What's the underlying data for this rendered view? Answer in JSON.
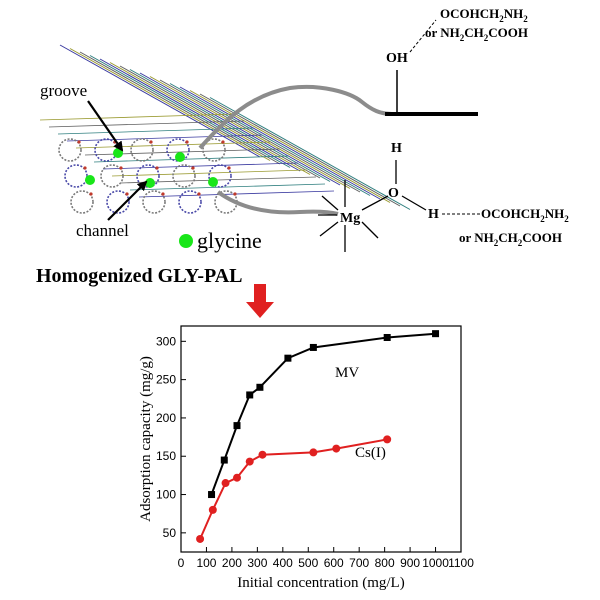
{
  "diagram": {
    "labels": {
      "groove": "groove",
      "channel": "channel",
      "glycine": "glycine",
      "oh": "OH",
      "h_top": "H",
      "o": "O",
      "mg": "Mg",
      "h_right": "H",
      "group_top_line1": "OCOHCH",
      "group_top_line1_sub": "2",
      "group_top_line1_tail": "NH",
      "group_top_line1_tail_sub": "2",
      "group_top_line2": "or NH",
      "group_top_line2_sub": "2",
      "group_top_line2_tail": "CH",
      "group_top_line2_tail_sub": "2",
      "group_top_line2_end": "COOH",
      "group_bottom_line1": "OCOHCH",
      "group_bottom_line1_sub": "2",
      "group_bottom_line1_tail": "NH",
      "group_bottom_line1_tail_sub": "2",
      "group_bottom_line2": "or NH",
      "group_bottom_line2_sub": "2",
      "group_bottom_line2_tail": "CH",
      "group_bottom_line2_tail_sub": "2",
      "group_bottom_line2_end": "COOH"
    },
    "caption": "Homogenized GLY-PAL",
    "colors": {
      "glycine": "#19e619",
      "arrow": "#e02020",
      "bond": "#000000",
      "tube": "#8c8c8c"
    }
  },
  "chart_data": {
    "type": "line",
    "xlabel": "Initial concentration (mg/L)",
    "ylabel": "Adsorption capacity (mg/g)",
    "xlim": [
      0,
      1100
    ],
    "ylim": [
      25,
      320
    ],
    "xticks": [
      0,
      100,
      200,
      300,
      400,
      500,
      600,
      700,
      800,
      900,
      1000,
      1100
    ],
    "yticks": [
      50,
      100,
      150,
      200,
      250,
      300
    ],
    "series": [
      {
        "name": "MV",
        "color": "#000000",
        "marker": "square",
        "x": [
          120,
          170,
          220,
          270,
          310,
          420,
          520,
          810,
          1000
        ],
        "y": [
          100,
          145,
          190,
          230,
          240,
          278,
          292,
          305,
          310
        ]
      },
      {
        "name": "Cs(I)",
        "color": "#e02020",
        "marker": "circle",
        "x": [
          75,
          125,
          175,
          220,
          270,
          320,
          520,
          610,
          810
        ],
        "y": [
          42,
          80,
          115,
          122,
          143,
          152,
          155,
          160,
          172
        ]
      }
    ]
  }
}
